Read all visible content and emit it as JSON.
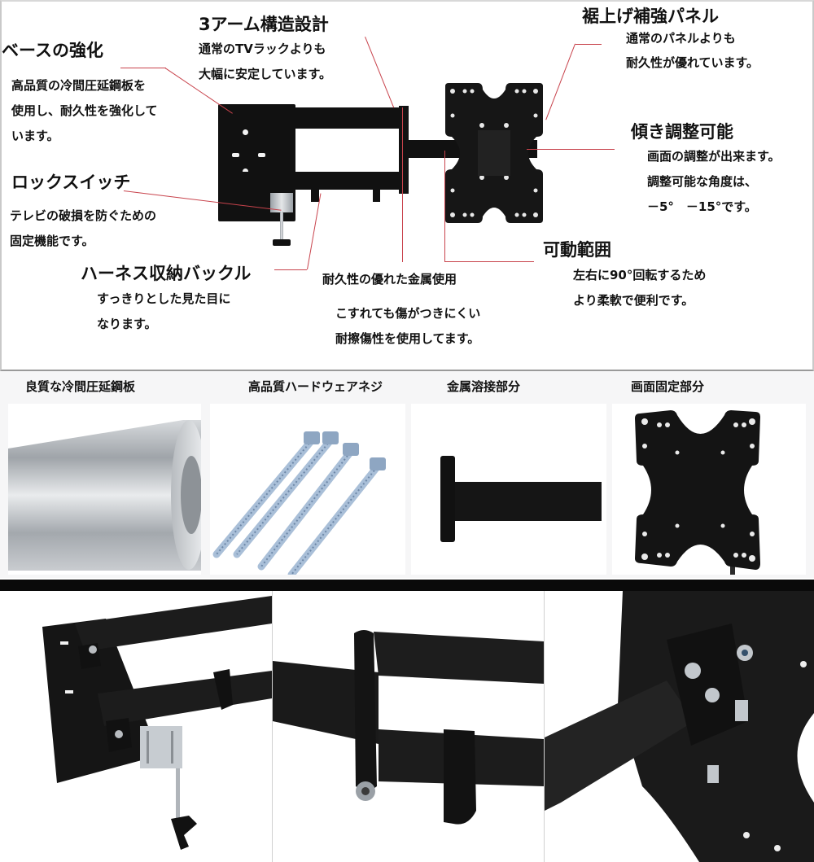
{
  "annotations": {
    "base": {
      "title": "ベースの強化",
      "lines": [
        "高品質の冷間圧延鋼板を",
        "使用し、耐久性を強化して",
        "います。"
      ]
    },
    "arm": {
      "title": "3アーム構造設計",
      "lines": [
        "通常のTVラックよりも",
        "大幅に安定しています。"
      ]
    },
    "panel": {
      "title": "裾上げ補強パネル",
      "lines": [
        "通常のパネルよりも",
        "耐久性が優れています。"
      ]
    },
    "tilt": {
      "title": "傾き調整可能",
      "lines": [
        "画面の調整が出来ます。",
        "調整可能な角度は、",
        "－5°　－15°です。"
      ]
    },
    "lock": {
      "title": "ロックスイッチ",
      "lines": [
        "テレビの破損を防ぐための",
        "固定機能です。"
      ]
    },
    "harness": {
      "title": "ハーネス収納バックル",
      "lines": [
        "すっきりとした見た目に",
        "なります。"
      ]
    },
    "metal": {
      "title": "耐久性の優れた金属使用",
      "lines": [
        "こすれても傷がつきにくい",
        "耐擦傷性を使用してます。"
      ]
    },
    "swivel": {
      "title": "可動範囲",
      "lines": [
        "左右に90°回転するため",
        "より柔軟で便利です。"
      ]
    }
  },
  "feature_panels": [
    {
      "label": "良質な冷間圧延鋼板",
      "image": "steel-coil"
    },
    {
      "label": "高品質ハードウェアネジ",
      "image": "screws"
    },
    {
      "label": "金属溶接部分",
      "image": "welded-arm"
    },
    {
      "label": "画面固定部分",
      "image": "vesa-plate"
    }
  ],
  "detail_photos": [
    {
      "image": "base-plate-lock-closeup"
    },
    {
      "image": "arm-hinge-closeup"
    },
    {
      "image": "tilt-bracket-closeup"
    }
  ],
  "colors": {
    "leader_line": "#c8434c",
    "metal_black": "#111111",
    "divider": "#0a0a0a",
    "panel_bg": "#f6f6f7"
  }
}
